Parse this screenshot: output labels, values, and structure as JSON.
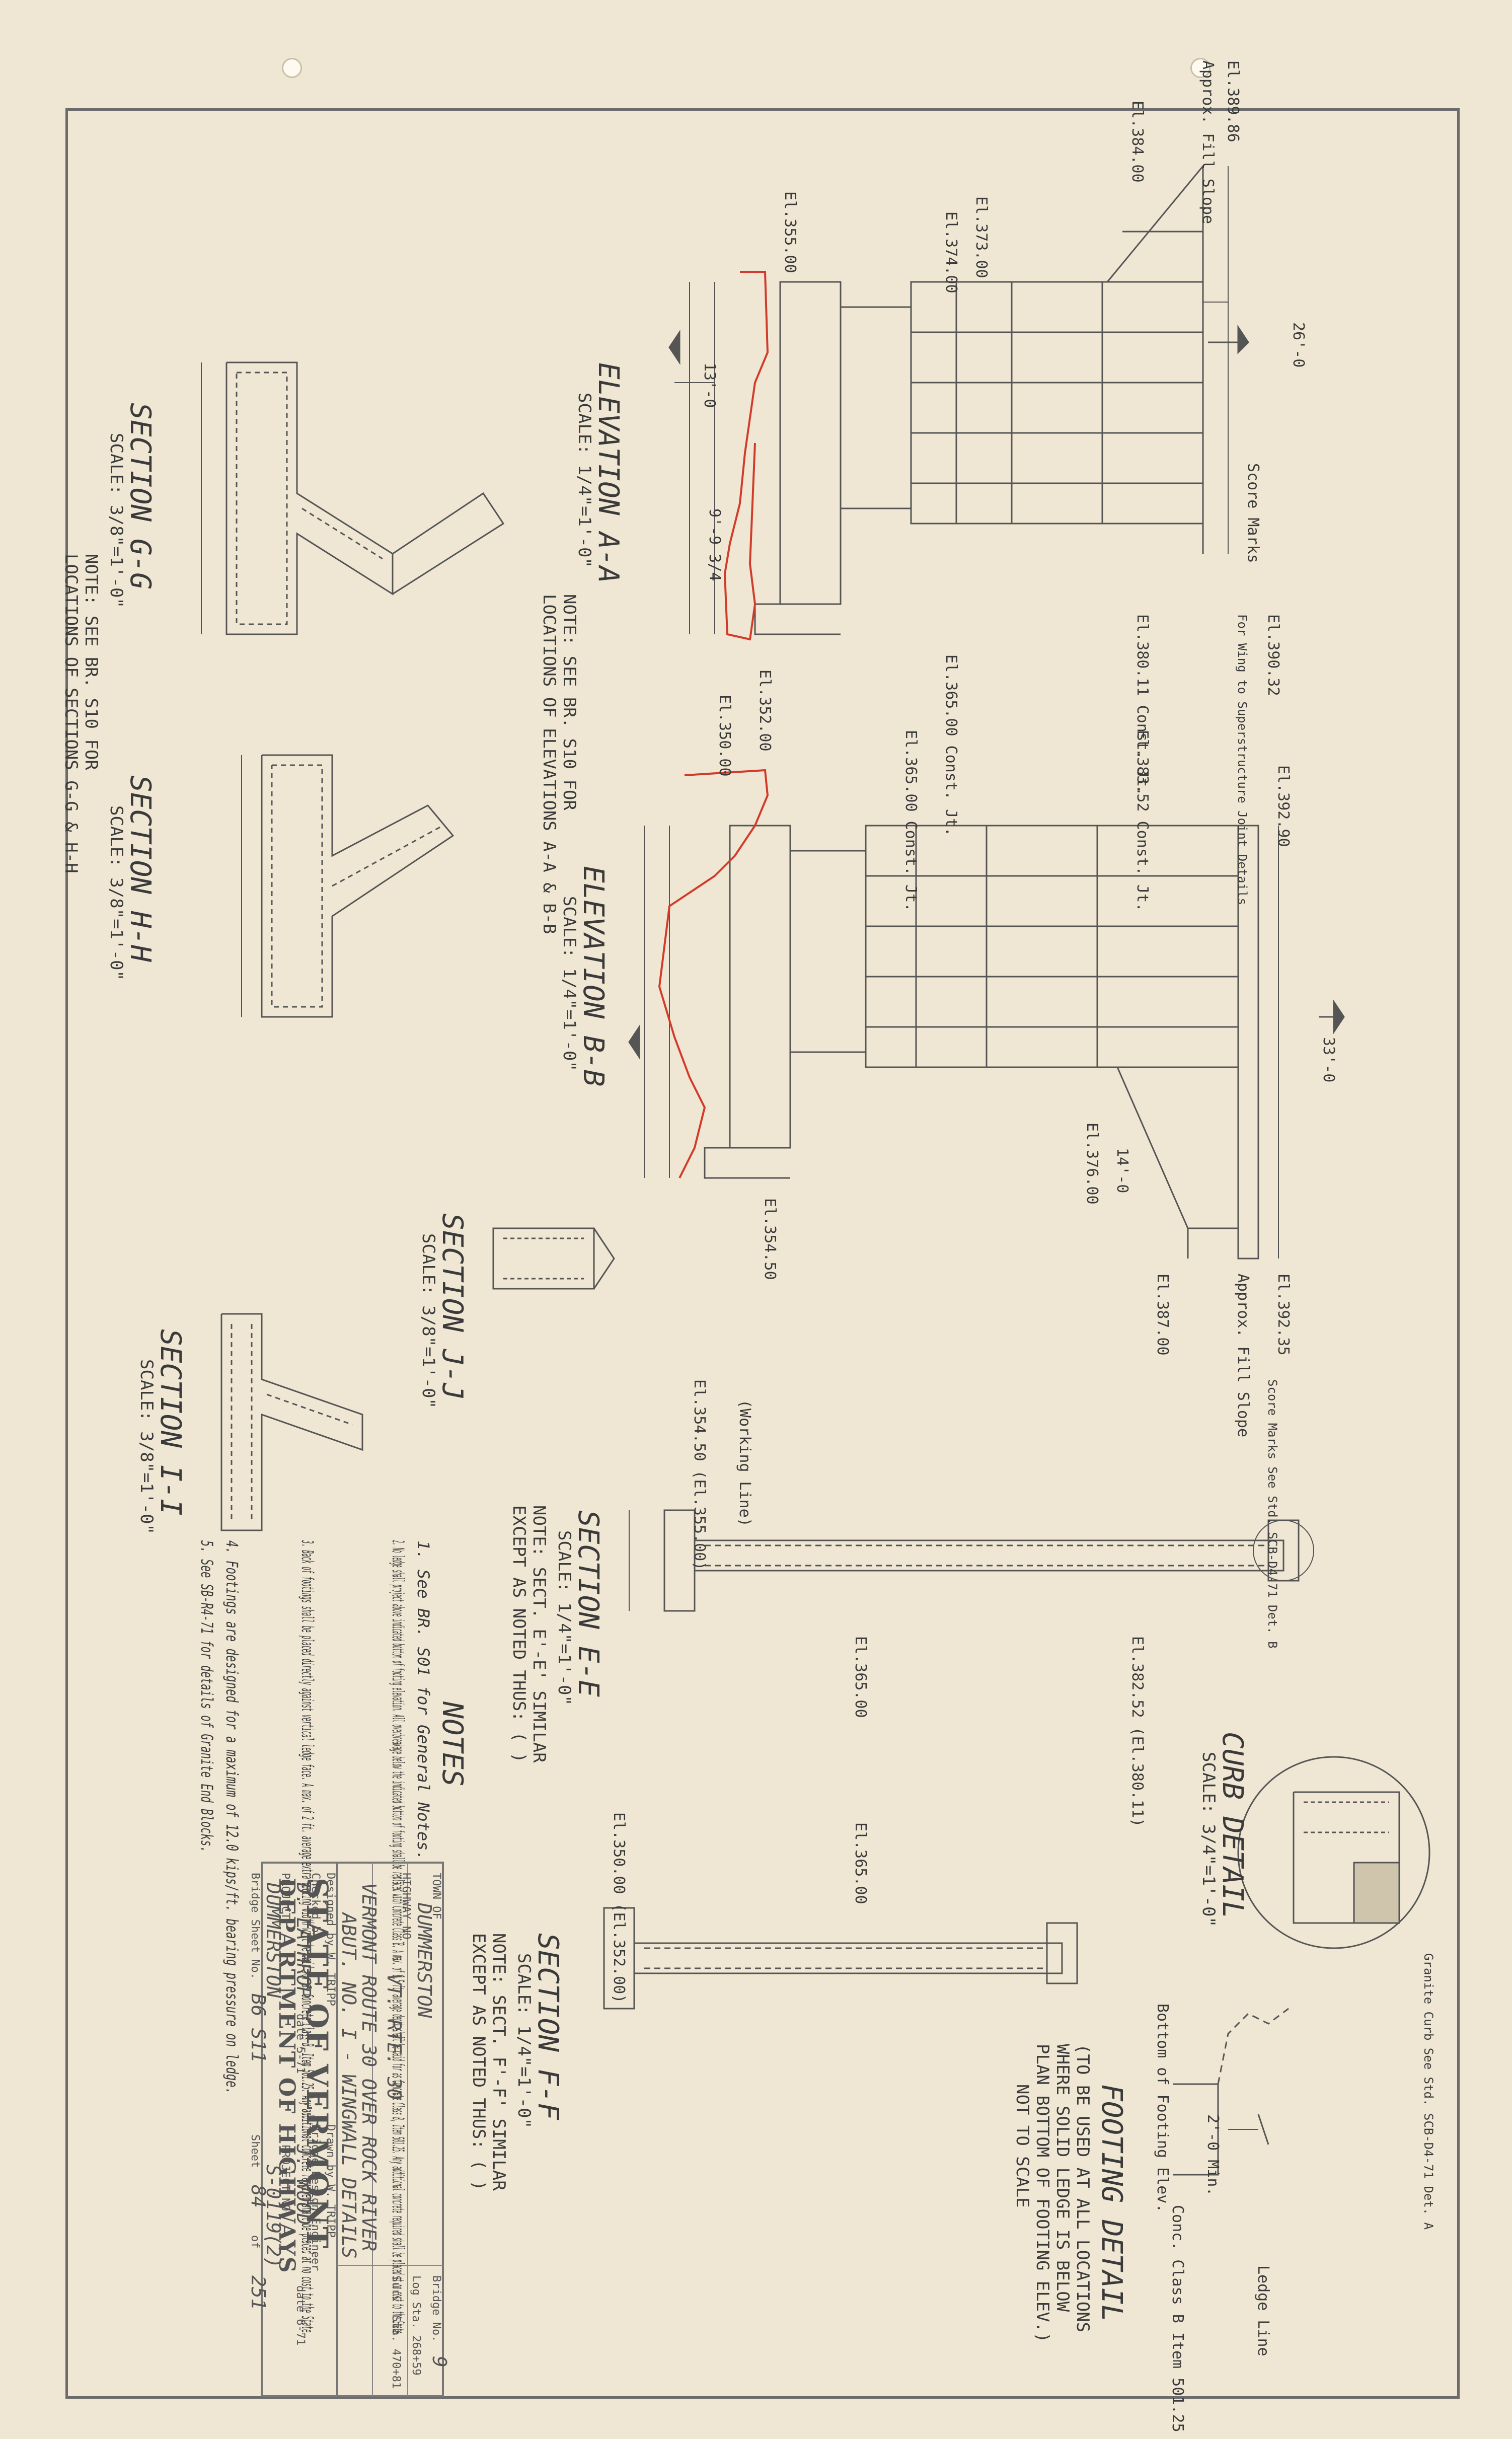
{
  "title_block": {
    "state": "STATE OF VERMONT",
    "department": "DEPARTMENT OF HIGHWAYS",
    "town_label": "TOWN OF",
    "town": "DUMMERSTON",
    "highway_label": "HIGHWAY NO.",
    "highway": "VT. RTE. 30",
    "bridge_label": "Bridge No.",
    "bridge_no": "9",
    "log_sta": "Log Sta. 268+59",
    "surv_sta": "Surv. Sta. 470+81",
    "description_1": "VERMONT ROUTE 30 OVER ROCK RIVER",
    "description_2": "ABUT. NO. I - WINGWALL DETAILS",
    "designed_by": "Designed by W. TRIPP",
    "drawn_by": "Drawn by W. TRIPP",
    "checked_by": "Checked by",
    "engineer": "Bridge Design Engineer",
    "drawn_name": "D. LATHROP",
    "drawn_date": "date 5-71",
    "checked_name": "J. WOOD",
    "checked_date": "date 6-71",
    "project_label": "PROJECT",
    "project_no_label": "PROJECT NO.",
    "project": "DUMMERSTON",
    "project_no": "S-0119(2)",
    "bridge_sheet_label": "Bridge Sheet No.",
    "bridge_sheet": "B6 S11",
    "sheet_label": "Sheet",
    "sheet_no": "84",
    "sheet_of": "of",
    "sheet_total": "251"
  },
  "views": {
    "elev_aa": {
      "title": "ELEVATION A-A",
      "scale": "SCALE: 1/4\"=1'-0\""
    },
    "elev_aa_note": [
      "NOTE: SEE BR. S10 FOR",
      "LOCATIONS OF ELEVATIONS A-A & B-B"
    ],
    "elev_bb": {
      "title": "ELEVATION B-B",
      "scale": "SCALE: 1/4\"=1'-0\""
    },
    "sec_gg": {
      "title": "SECTION G-G",
      "scale": "SCALE: 3/8\"=1'-0\""
    },
    "sec_hh": {
      "title": "SECTION H-H",
      "scale": "SCALE: 3/8\"=1'-0\""
    },
    "sec_gh_note": [
      "NOTE: SEE BR. S10 FOR",
      "LOCATIONS OF SECTIONS G-G & H-H"
    ],
    "sec_jj": {
      "title": "SECTION J-J",
      "scale": "SCALE: 3/8\"=1'-0\""
    },
    "sec_ii": {
      "title": "SECTION I-I",
      "scale": "SCALE: 3/8\"=1'-0\""
    },
    "sec_ee": {
      "title": "SECTION E-E",
      "scale": "SCALE: 1/4\"=1'-0\"",
      "note": [
        "NOTE: SECT. E'-E' SIMILAR",
        "EXCEPT AS NOTED THUS: ( )"
      ]
    },
    "sec_ff": {
      "title": "SECTION F-F",
      "scale": "SCALE: 1/4\"=1'-0\"",
      "note": [
        "NOTE: SECT. F'-F' SIMILAR",
        "EXCEPT AS NOTED THUS: ( )"
      ]
    },
    "curb": {
      "title": "CURB DETAIL",
      "scale": "SCALE: 3/4\"=1'-0\""
    },
    "footing": {
      "title": "FOOTING DETAIL",
      "lines": [
        "(TO BE USED AT ALL LOCATIONS",
        "WHERE SOLID LEDGE IS BELOW",
        "PLAN BOTTOM OF FOOTING ELEV.)",
        "NOT TO SCALE"
      ]
    }
  },
  "notes": {
    "heading": "NOTES",
    "items": [
      "1. See BR. S01 for General Notes.",
      "2. No ledge shall project above indicated bottom of footing elevation. All overbreakage below the indicated bottom of footing shall be replaced with Concrete Class B. A max. of 0.5 ft. average depth shall be paid for as Concrete Class B, Item 501.25. Any additional concrete required shall be placed at no cost to the State.",
      "3. Back of footings shall be placed directly against vertical ledge face. A max. of 2 ft. average extra footing width will be paid for as Concrete Class B, Item 501.25. Any additional concrete required shall be placed at no cost to the State.",
      "4. Footings are designed for a maximum of 12.0 kips/ft. bearing pressure on ledge.",
      "5. See SB-R4-71 for details of Granite End Blocks."
    ]
  },
  "labels": {
    "a1": "El.384.00",
    "a2": "El.389.86",
    "a3": "Approx. Fill Slope",
    "a4": "El.373.00",
    "a5": "El.374.00",
    "a6": "El.355.00",
    "a7": "26'-0",
    "a8": "Score Marks",
    "a9": "El.390.32",
    "a10": "For Wing to Superstructure Joint Details",
    "a11": "El.380.11 Const. Jt.",
    "a12": "El.365.00 Const. Jt.",
    "a13": "El.352.00",
    "a14": "El.350.00",
    "a15": "13'-0",
    "a16": "9'-9 3/4",
    "b1": "El.392.90",
    "b2": "El.383.52 Const. Jt.",
    "b3": "El.365.00 Const. Jt.",
    "b4": "33'-0",
    "b5": "14'-0",
    "b6": "El.376.00",
    "b7": "El.387.00",
    "b8": "El.392.35",
    "b9": "Approx. Fill Slope",
    "b10": "El.354.50",
    "e1": "El.354.50 (El.355.00)",
    "e2": "(Working Line)",
    "e3": "El.365.00",
    "e4": "El.382.52 (El.380.11)",
    "e5": "Score Marks See Std. SCB-D4-71 Det. B",
    "f1": "El.350.00 (El.352.00)",
    "f2": "El.365.00",
    "c1": "Granite Curb See Std. SCB-D4-71 Det. A",
    "ft1": "Bottom of Footing Elev.",
    "ft2": "2'-0 Min.",
    "ft3": "Conc. Class B Item 501.25",
    "ft4": "Ledge Line"
  }
}
